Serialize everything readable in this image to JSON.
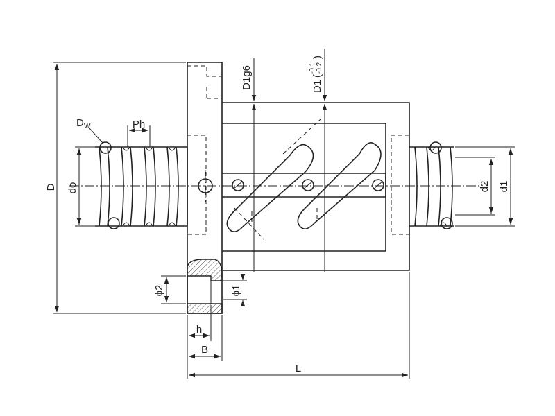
{
  "labels": {
    "D": "D",
    "do": "do",
    "Dw_main": "D",
    "Dw_sub": "W",
    "Ph": "Ph",
    "D1g6": "D1g6",
    "D1_base": "D1",
    "D1_open": "(",
    "D1_upper": "-0.1",
    "D1_lower": "-0.2",
    "D1_close": ")",
    "d2": "d2",
    "d1": "d1",
    "phi2": "ϕ2",
    "phi1": "ϕ1",
    "h": "h",
    "B": "B",
    "L": "L"
  }
}
